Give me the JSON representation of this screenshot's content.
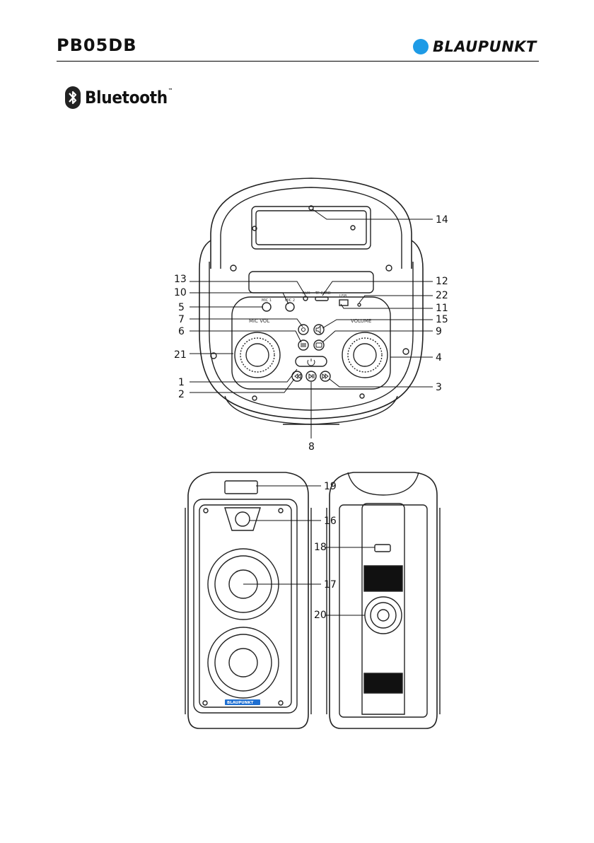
{
  "header": {
    "model": "PB05DB",
    "brand": "BLAUPUNKT"
  },
  "logo": {
    "bluetooth_word": "Bluetooth",
    "trademark": "™",
    "bluetooth_icon": "bluetooth-rune-icon"
  },
  "panel": {
    "mic_vol_label": "MIC VOL",
    "volume_label": "VOLUME",
    "mic1_label": "MIC 1",
    "mic2_label": "MIC 2",
    "aux_label": "AUX",
    "tf_label": "TF CARD",
    "usb_label": "USB"
  },
  "callouts": {
    "n1": "1",
    "n2": "2",
    "n3": "3",
    "n4": "4",
    "n5": "5",
    "n6": "6",
    "n7": "7",
    "n8": "8",
    "n9": "9",
    "n10": "10",
    "n11": "11",
    "n12": "12",
    "n13": "13",
    "n14": "14",
    "n15": "15",
    "n16": "16",
    "n17": "17",
    "n18": "18",
    "n19": "19",
    "n20": "20",
    "n21": "21",
    "n22": "22"
  },
  "front": {
    "brand_badge": "BLAUPUNKT"
  },
  "colors": {
    "brand_dot": "#1e9be6",
    "badge_blue": "#1e6fd1",
    "ink": "#111111"
  }
}
